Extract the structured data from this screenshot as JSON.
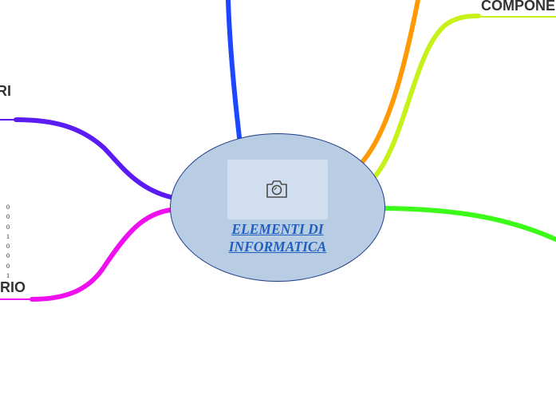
{
  "center": {
    "title_line1": "ELEMENTI DI",
    "title_line2": "INFORMATICA",
    "image_icon": "camera-icon"
  },
  "branches": {
    "left_top": {
      "label": "RI",
      "color": "#5a1bf5"
    },
    "left_bottom": {
      "label": "RIO",
      "color": "#ee10ee"
    },
    "right_top": {
      "label": "COMPONE",
      "color": "#c6f21a"
    },
    "top": {
      "label": "",
      "color": "#1a47ff"
    },
    "top_right": {
      "label": "",
      "color": "#ff9a05"
    },
    "right": {
      "label": "",
      "color": "#3dfb18"
    }
  },
  "binary_digits": [
    "0",
    "0",
    "0",
    "1",
    "0",
    "0",
    "0",
    "1"
  ]
}
